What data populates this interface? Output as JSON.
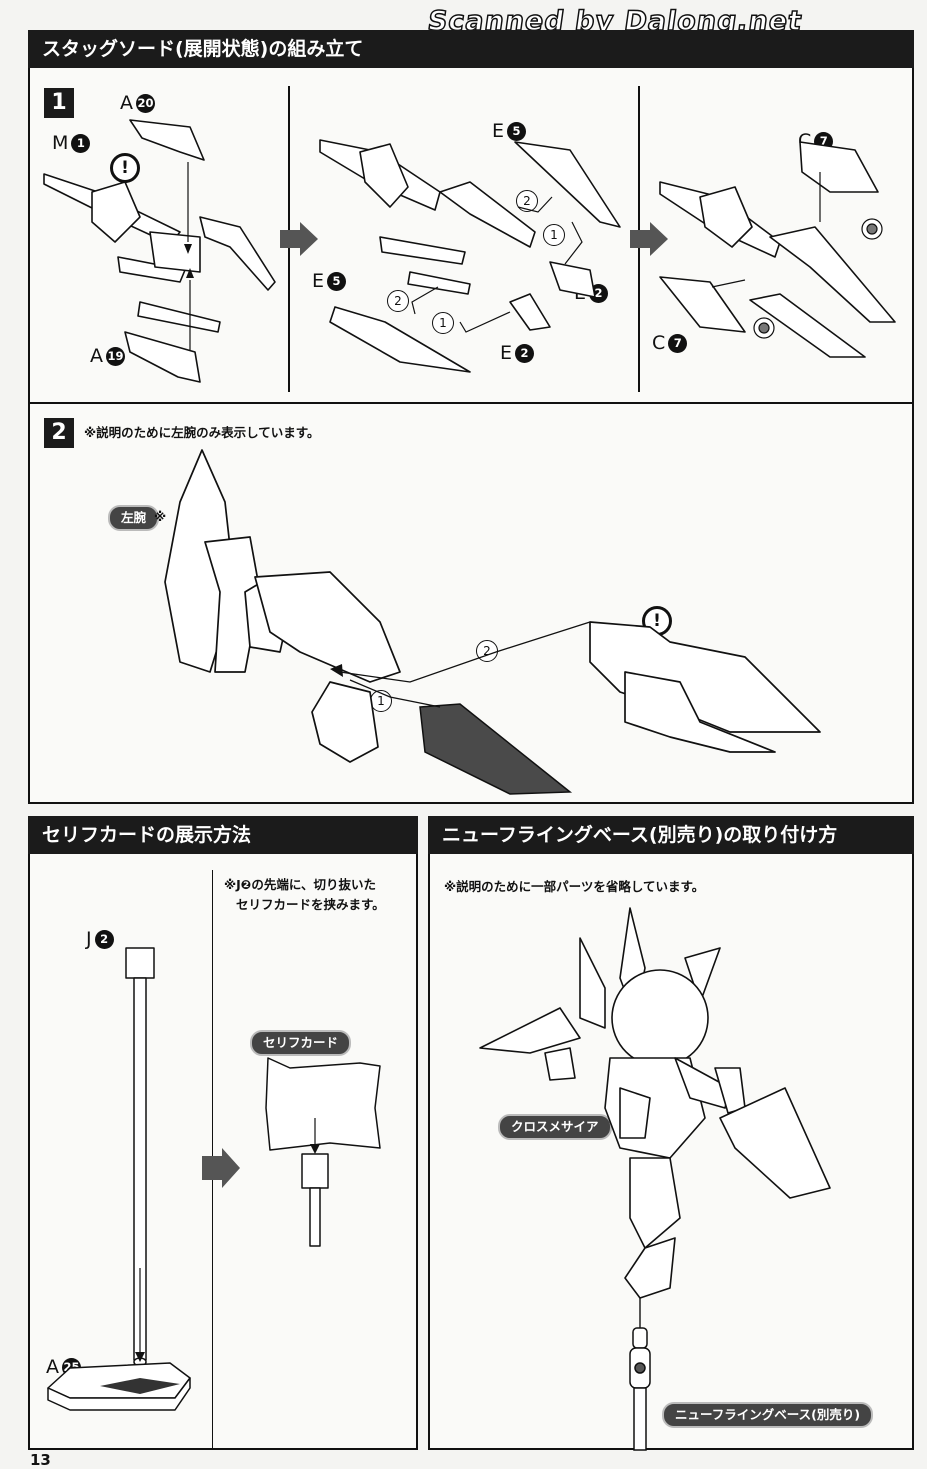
{
  "watermark": "Scanned by Dalong.net",
  "sections": {
    "stag_sword": {
      "title": "スタッグソード(展開状態)の組み立て",
      "step1": {
        "number": "1",
        "parts": [
          {
            "letter": "M",
            "num": "1"
          },
          {
            "letter": "A",
            "num": "20"
          },
          {
            "letter": "A",
            "num": "19"
          },
          {
            "letter": "E",
            "num": "5"
          },
          {
            "letter": "E",
            "num": "2"
          },
          {
            "letter": "E",
            "num": "5"
          },
          {
            "letter": "E",
            "num": "2"
          },
          {
            "letter": "C",
            "num": "7"
          },
          {
            "letter": "C",
            "num": "7"
          }
        ],
        "orders": [
          "2",
          "1",
          "2",
          "1"
        ]
      },
      "step2": {
        "number": "2",
        "note": "※説明のために左腕のみ表示しています。",
        "left_arm_label": "左腕",
        "left_arm_mark": "※",
        "orders": [
          "2",
          "1"
        ]
      }
    },
    "serif_card": {
      "title": "セリフカードの展示方法",
      "note_line1": "※J❷の先端に、切り抜いた",
      "note_line2": "セリフカードを挟みます。",
      "part_j": {
        "letter": "J",
        "num": "2"
      },
      "part_a": {
        "letter": "A",
        "num": "25"
      },
      "card_label": "セリフカード"
    },
    "flying_base": {
      "title": "ニューフライングベース(別売り)の取り付け方",
      "note": "※説明のために一部パーツを省略しています。",
      "figure_label": "クロスメサイア",
      "base_label": "ニューフライングベース(別売り)"
    }
  },
  "warning_symbol": "!",
  "page_number": "13"
}
